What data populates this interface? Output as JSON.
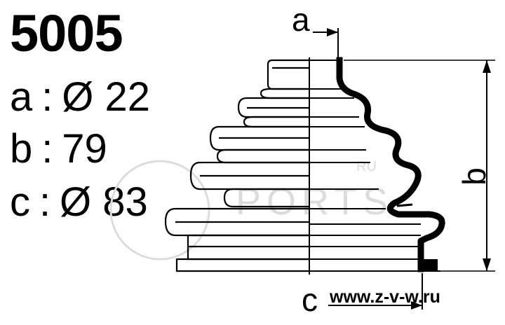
{
  "product": {
    "part_number": "5005"
  },
  "specs": [
    {
      "label": "a",
      "separator": ":",
      "value": "Ø 22"
    },
    {
      "label": "b",
      "separator": ":",
      "value": "79"
    },
    {
      "label": "c",
      "separator": ":",
      "value": "Ø 83"
    }
  ],
  "dimension_labels": {
    "a": "a",
    "b": "b",
    "c": "c"
  },
  "watermark": {
    "text": "PORTS",
    "suffix": "RU"
  },
  "website": "www.z-v-w.ru",
  "colors": {
    "ink": "#000000",
    "watermark": "#dcdcdc",
    "background": "#ffffff"
  }
}
